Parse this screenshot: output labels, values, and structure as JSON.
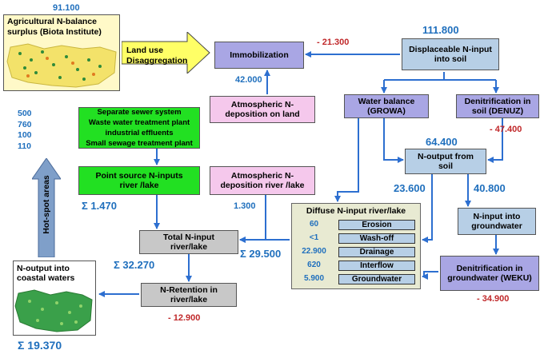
{
  "top_map": {
    "value": "91.100",
    "label": "Agricultural N-balance surplus (Biota Institute)"
  },
  "land_use": {
    "label": "Land use Disaggregation"
  },
  "immobilization": {
    "label": "Immobilization",
    "value": "- 21.300"
  },
  "displaceable": {
    "label": "Displaceable N-input into soil",
    "value": "111.800"
  },
  "atm_land": {
    "label": "Atmospheric N-deposition on land",
    "value": "42.000"
  },
  "water_balance": {
    "label": "Water balance (GROWA)"
  },
  "denitrification_soil": {
    "label": "Denitrification in soil (DENUZ)",
    "value": "- 47.400"
  },
  "n_output_soil": {
    "label": "N-output from soil",
    "value": "64.400"
  },
  "point_sources": {
    "values": [
      "500",
      "760",
      "100",
      "110"
    ],
    "items": [
      "Separate sewer system",
      "Waste water treatment plant",
      "industrial effluents",
      "Small sewage treatment plant"
    ]
  },
  "point_source_box": {
    "label": "Point source N-inputs river /lake",
    "value": "Σ 1.470"
  },
  "atm_river": {
    "label": "Atmospheric N-deposition river /lake",
    "value": "1.300"
  },
  "diffuse": {
    "title": "Diffuse N-input river/lake",
    "rows": [
      {
        "value": "60",
        "label": "Erosion"
      },
      {
        "value": "<1",
        "label": "Wash-off"
      },
      {
        "value": "22.900",
        "label": "Drainage"
      },
      {
        "value": "620",
        "label": "Interflow"
      },
      {
        "value": "5.900",
        "label": "Groundwater"
      }
    ],
    "sum": "Σ 29.500"
  },
  "flow_values": {
    "to_diffuse": "23.600",
    "to_groundwater": "40.800"
  },
  "n_input_gw": {
    "label": "N-input into groundwater"
  },
  "denitrification_gw": {
    "label": "Denitrification in groundwater (WEKU)",
    "value": "- 34.900"
  },
  "total_input": {
    "label": "Total N-input river/lake",
    "value": "Σ 32.270"
  },
  "retention": {
    "label": "N-Retention in river/lake",
    "value": "- 12.900"
  },
  "coastal": {
    "label": "N-output into coastal waters",
    "value": "Σ 19.370"
  },
  "hotspot": {
    "label": "Hot-spot areas"
  },
  "colors": {
    "arrow": "#2d6fd0",
    "lavender": "#a9a6e4",
    "pink": "#f5c8ec",
    "light_blue": "#b7cfe6",
    "green": "#22e022",
    "grey": "#c8c8c8",
    "blue_text": "#1f6fbd",
    "red_text": "#c0282a"
  }
}
